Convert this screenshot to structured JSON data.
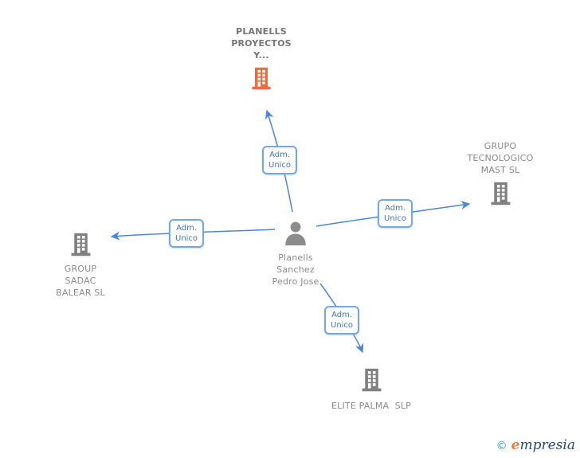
{
  "diagram": {
    "person": {
      "name_lines": [
        "Planells",
        "Sanchez",
        "Pedro Jose"
      ],
      "icon": "person-icon"
    },
    "companies": [
      {
        "id": "planells-proyectos",
        "position": "top",
        "name_lines": [
          "PLANELLS",
          "PROYECTOS",
          "Y..."
        ],
        "icon": "building-icon",
        "icon_color": "#f4683c",
        "highlighted": true
      },
      {
        "id": "grupo-tecnologico-mast",
        "position": "right",
        "name_lines": [
          "GRUPO",
          "TECNOLOGICO",
          "MAST SL"
        ],
        "icon": "building-icon",
        "icon_color": "#808080",
        "highlighted": false
      },
      {
        "id": "group-sadac-balear",
        "position": "left",
        "name_lines": [
          "GROUP",
          "SADAC",
          "BALEAR SL"
        ],
        "icon": "building-icon",
        "icon_color": "#808080",
        "highlighted": false
      },
      {
        "id": "elite-palma",
        "position": "bottom",
        "name_lines": [
          "ELITE PALMA  SLP"
        ],
        "icon": "building-icon",
        "icon_color": "#808080",
        "highlighted": false
      }
    ],
    "edges": [
      {
        "from": "person",
        "to": "planells-proyectos",
        "label_lines": [
          "Adm.",
          "Unico"
        ]
      },
      {
        "from": "person",
        "to": "grupo-tecnologico-mast",
        "label_lines": [
          "Adm.",
          "Unico"
        ]
      },
      {
        "from": "person",
        "to": "group-sadac-balear",
        "label_lines": [
          "Adm.",
          "Unico"
        ]
      },
      {
        "from": "person",
        "to": "elite-palma",
        "label_lines": [
          "Adm.",
          "Unico"
        ]
      }
    ]
  },
  "colors": {
    "arrow": "#4a85e0",
    "edge_label_border": "#74a7e8",
    "edge_label_text": "#4576b8",
    "company_text": "#8a8a8a",
    "company_text_bold": "#757575",
    "building_gray": "#808080",
    "building_orange": "#f4683c",
    "person_gray": "#8c8c8c",
    "logo_copyright": "#2a9fb5",
    "logo_initial": "#ee7d2e",
    "logo_rest": "#27496d"
  },
  "footer": {
    "copyright_symbol": "©",
    "brand_initial": "e",
    "brand_rest": "mpresia"
  }
}
